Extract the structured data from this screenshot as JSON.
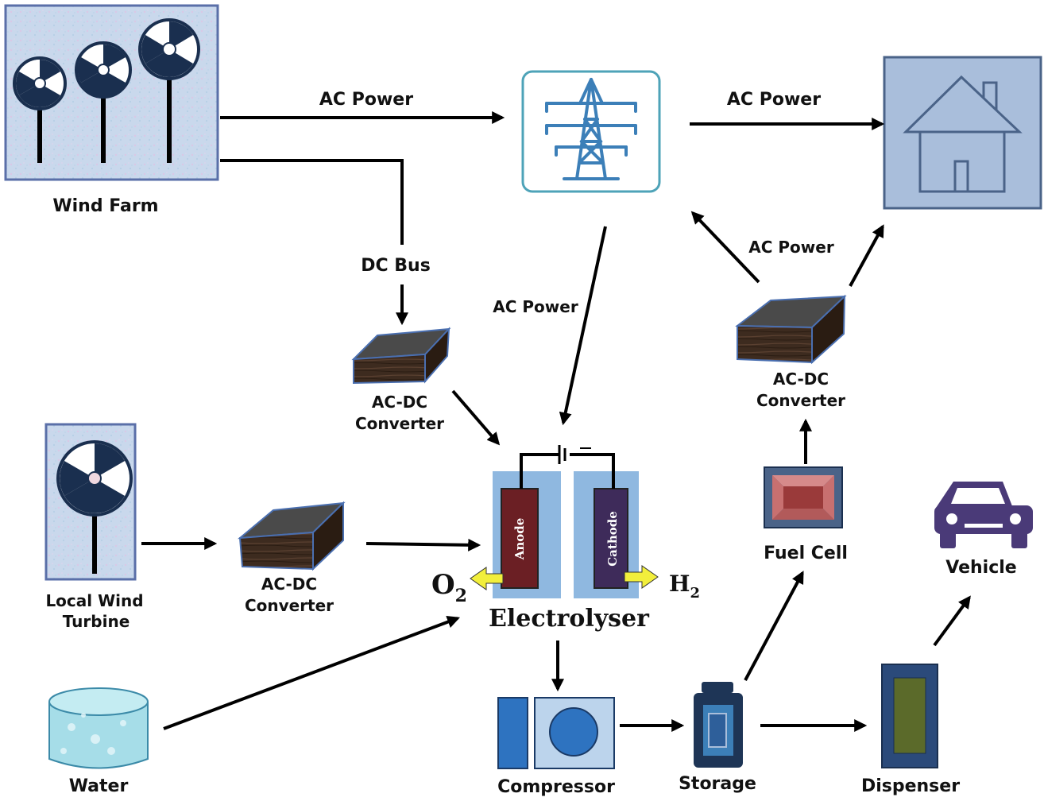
{
  "nodes": {
    "wind_farm": "Wind Farm",
    "local_wind_turbine_line1": "Local Wind",
    "local_wind_turbine_line2": "Turbine",
    "converter_1_line1": "AC-DC",
    "converter_1_line2": "Converter",
    "converter_2_line1": "AC-DC",
    "converter_2_line2": "Converter",
    "converter_3_line1": "AC-DC",
    "converter_3_line2": "Converter",
    "water": "Water",
    "electrolyser": "Electrolyser",
    "anode": "Anode",
    "cathode": "Cathode",
    "compressor": "Compressor",
    "storage": "Storage",
    "dispenser": "Dispenser",
    "fuel_cell": "Fuel Cell",
    "vehicle": "Vehicle"
  },
  "edges": {
    "farm_to_grid": "AC Power",
    "grid_to_house": "AC Power",
    "dc_bus": "DC Bus",
    "grid_to_electrolyser": "AC Power",
    "converter_to_grid": "AC Power"
  },
  "gases": {
    "oxygen": "O",
    "oxygen_sub": "2",
    "hydrogen": "H",
    "hydrogen_sub": "2"
  },
  "colors": {
    "panel_fill": "#c8d6ea",
    "panel_border": "#5a6fa8",
    "icon_dark": "#1a2f4f",
    "grid_border": "#4ea3b8",
    "grid_icon": "#3c7fb8",
    "house_fill": "#a9bedb",
    "house_stroke": "#4a6388",
    "converter_top": "#4a4a4a",
    "converter_side": "#3d2b1f",
    "electrolyser_bg": "#8fb8e0",
    "anode_fill": "#6b1f24",
    "cathode_fill": "#3e2b5a",
    "gas_arrow": "#f2ef3c",
    "compressor_fill": "#2e73c0",
    "storage_fill": "#1e3556",
    "dispenser_fill": "#2b4a7a",
    "dispenser_screen": "#5b6a2a",
    "fuel_cell_fill": "#9a3a3a",
    "vehicle_fill": "#4a3a78",
    "water_fill": "#a6dde8"
  }
}
